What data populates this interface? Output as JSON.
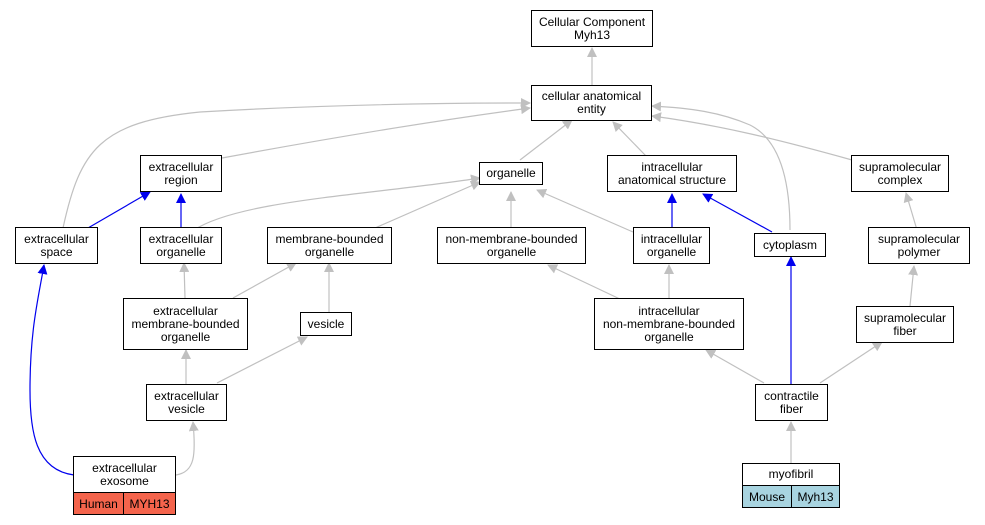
{
  "nodes": {
    "root": {
      "l1": "Cellular Component",
      "l2": "Myh13"
    },
    "cae": {
      "l1": "cellular anatomical",
      "l2": "entity"
    },
    "exreg": {
      "l1": "extracellular",
      "l2": "region"
    },
    "organelle": {
      "l1": "organelle"
    },
    "ias": {
      "l1": "intracellular",
      "l2": "anatomical structure"
    },
    "smc": {
      "l1": "supramolecular",
      "l2": "complex"
    },
    "exspace": {
      "l1": "extracellular",
      "l2": "space"
    },
    "exorg": {
      "l1": "extracellular",
      "l2": "organelle"
    },
    "mbo": {
      "l1": "membrane-bounded",
      "l2": "organelle"
    },
    "nmbo": {
      "l1": "non-membrane-bounded",
      "l2": "organelle"
    },
    "inorg": {
      "l1": "intracellular",
      "l2": "organelle"
    },
    "cyto": {
      "l1": "cytoplasm"
    },
    "smp": {
      "l1": "supramolecular",
      "l2": "polymer"
    },
    "exmbo": {
      "l1": "extracellular",
      "l2": "membrane-bounded",
      "l3": "organelle"
    },
    "vesicle": {
      "l1": "vesicle"
    },
    "innmbo": {
      "l1": "intracellular",
      "l2": "non-membrane-bounded",
      "l3": "organelle"
    },
    "smf": {
      "l1": "supramolecular",
      "l2": "fiber"
    },
    "exves": {
      "l1": "extracellular",
      "l2": "vesicle"
    },
    "cfiber": {
      "l1": "contractile",
      "l2": "fiber"
    },
    "exosome": {
      "l1": "extracellular",
      "l2": "exosome"
    },
    "myofibril": {
      "l1": "myofibril"
    }
  },
  "tags": {
    "human": {
      "species": "Human",
      "gene": "MYH13",
      "color": "#f4644c"
    },
    "mouse": {
      "species": "Mouse",
      "gene": "Myh13",
      "color": "#a8d4e0"
    }
  },
  "colors": {
    "gray_edge": "#c0c0c0",
    "blue_edge": "#0000ee"
  }
}
